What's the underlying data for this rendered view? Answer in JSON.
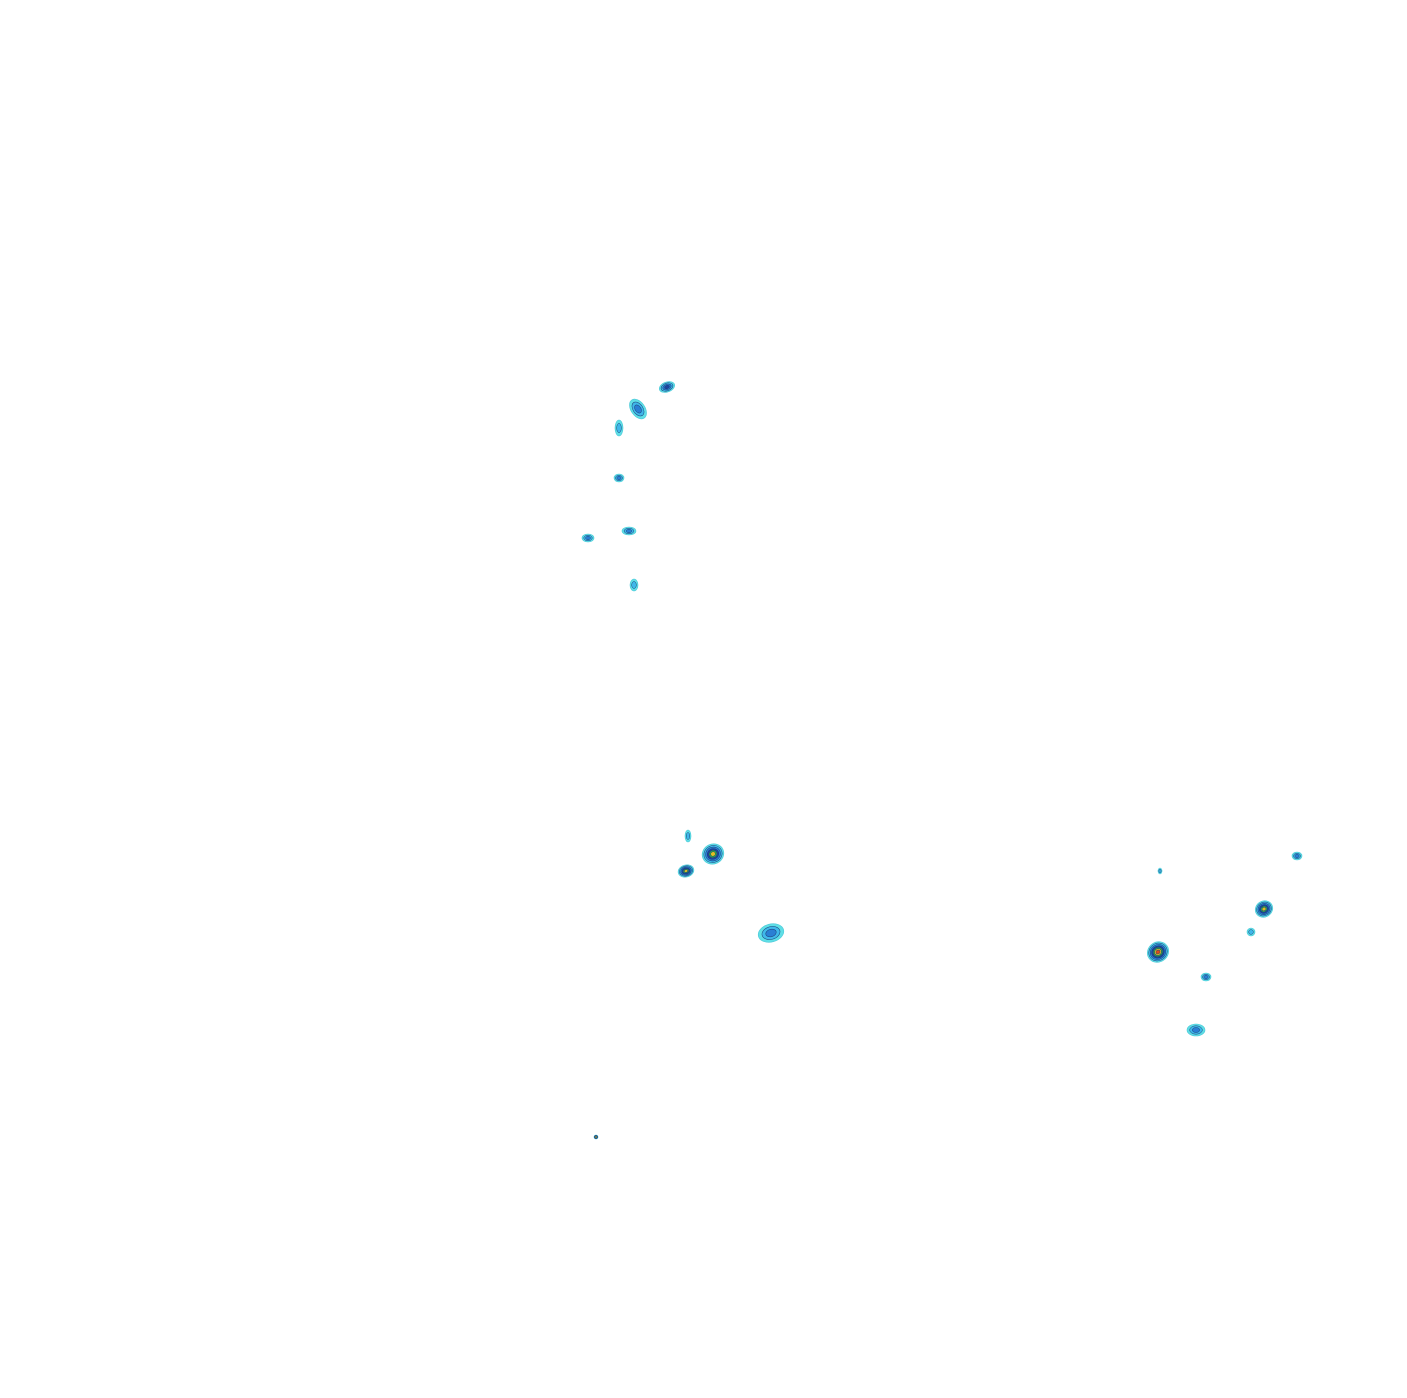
{
  "map": {
    "background": "#ffffff",
    "levels": [
      "#5fdfe6",
      "#3fb8ea",
      "#2a7fd4",
      "#1e44a0",
      "#2fa84a",
      "#e0c020",
      "#e04a1a"
    ],
    "features": [
      {
        "id": "blob-01",
        "max_level": 3
      },
      {
        "id": "blob-02",
        "max_level": 2
      },
      {
        "id": "blob-03",
        "max_level": 1
      },
      {
        "id": "blob-04",
        "max_level": 2
      },
      {
        "id": "blob-05",
        "max_level": 2
      },
      {
        "id": "blob-06",
        "max_level": 2
      },
      {
        "id": "blob-07",
        "max_level": 1
      },
      {
        "id": "blob-08",
        "max_level": 1
      },
      {
        "id": "blob-09",
        "max_level": 5
      },
      {
        "id": "blob-10",
        "max_level": 5
      },
      {
        "id": "blob-11",
        "max_level": 2
      },
      {
        "id": "blob-12",
        "max_level": 1
      },
      {
        "id": "blob-13",
        "max_level": 2
      },
      {
        "id": "blob-14",
        "max_level": 1
      },
      {
        "id": "blob-15",
        "max_level": 5
      },
      {
        "id": "blob-16",
        "max_level": 2
      },
      {
        "id": "blob-17",
        "max_level": 6
      },
      {
        "id": "blob-18",
        "max_level": 2
      },
      {
        "id": "blob-19",
        "max_level": 5
      }
    ]
  }
}
